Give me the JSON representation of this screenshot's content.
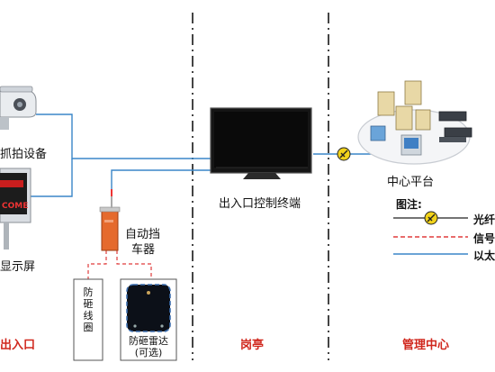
{
  "devices": {
    "capture": "抓拍设备",
    "display": "显示屏",
    "display_screen_text": "COME",
    "barrier": [
      "自动挡",
      "车器"
    ],
    "coil": "防砸线圈",
    "radar": [
      "防砸雷达",
      "(可选)"
    ],
    "terminal": "出入口控制终端",
    "platform": "中心平台"
  },
  "zones": {
    "entrance": "出入口",
    "booth": "岗亭",
    "center": "管理中心"
  },
  "legend": {
    "title": "图注:",
    "items": [
      {
        "label": "光纤",
        "style": "fiber",
        "color": "#222222"
      },
      {
        "label": "信号",
        "style": "signal",
        "color": "#e03b3b"
      },
      {
        "label": "以太",
        "style": "ethernet",
        "color": "#3a86c8"
      }
    ]
  },
  "colors": {
    "ethernet": "#3a86c8",
    "signal": "#e03b3b",
    "fiber": "#222222",
    "zone_label": "#d0271d"
  }
}
